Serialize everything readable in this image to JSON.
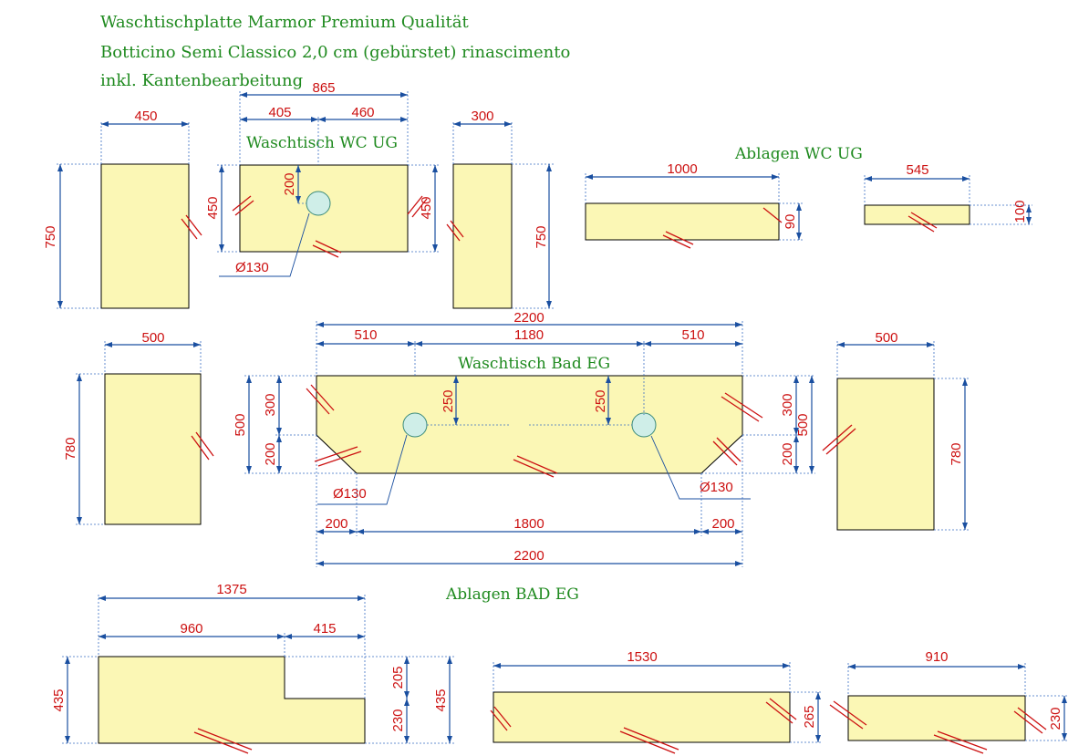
{
  "header": {
    "line1": "Waschtischplatte Marmor Premium Qualität",
    "line2": "Botticino Semi Classico 2,0 cm (gebürstet) rinascimento",
    "line3": "inkl. Kantenbearbeitung"
  },
  "labels": {
    "wc_ug": "Waschtisch WC UG",
    "ablagen_wc_ug": "Ablagen WC UG",
    "bad_eg": "Waschtisch Bad EG",
    "ablagen_bad_eg": "Ablagen BAD EG"
  },
  "dims": {
    "d450": "450",
    "d865": "865",
    "d405": "405",
    "d460": "460",
    "d300": "300",
    "d750": "750",
    "d200": "200",
    "d130": "Ø130",
    "d1000": "1000",
    "d90": "90",
    "d545": "545",
    "d100": "100",
    "d500": "500",
    "d2200": "2200",
    "d510": "510",
    "d1180": "1180",
    "d250": "250",
    "d780": "780",
    "d1800": "1800",
    "d1375": "1375",
    "d960": "960",
    "d415": "415",
    "d435": "435",
    "d205": "205",
    "d230": "230",
    "d1530": "1530",
    "d265": "265",
    "d910": "910"
  },
  "colors": {
    "part_fill": "#fbf7b5",
    "dimension_text": "#cc1111",
    "dimension_line": "#1a4fa0",
    "title_text": "#1f8a1f"
  }
}
